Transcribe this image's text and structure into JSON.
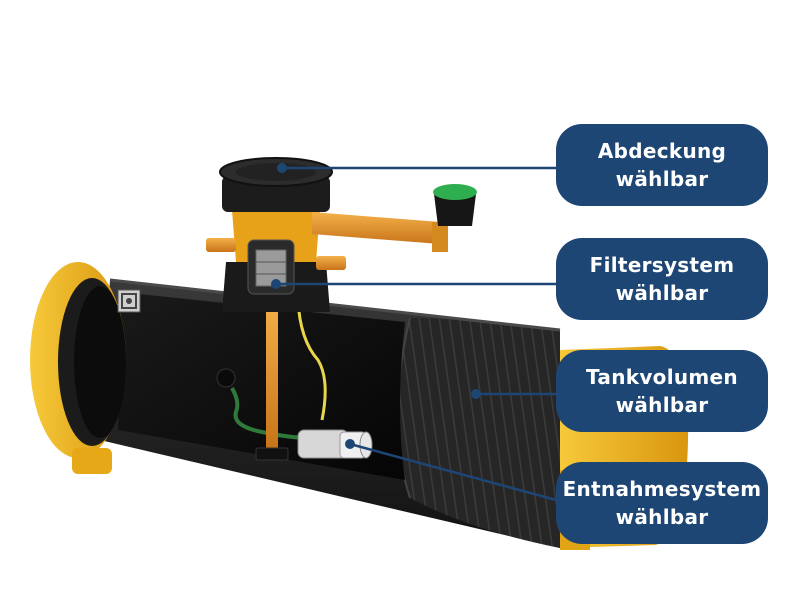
{
  "callouts": [
    {
      "title": "Abdeckung",
      "subtitle": "wählbar"
    },
    {
      "title": "Filtersystem",
      "subtitle": "wählbar"
    },
    {
      "title": "Tankvolumen",
      "subtitle": "wählbar"
    },
    {
      "title": "Entnahmesystem",
      "subtitle": "wählbar"
    }
  ],
  "colors": {
    "callout_bg": "#1d4675",
    "tank_body": "#222222",
    "flange": "#f2b316",
    "pipe": "#e8962a",
    "lid_green": "#2fae4f",
    "hose_green": "#2f7a3a",
    "hose_yellow": "#e7d54a"
  }
}
